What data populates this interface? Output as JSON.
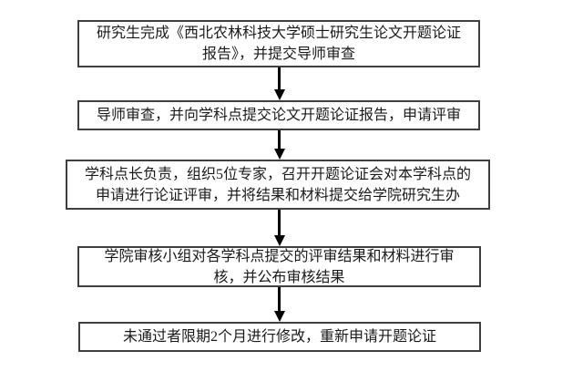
{
  "flowchart": {
    "background_color": "#ffffff",
    "box_border_color": "#3f3f3f",
    "text_color": "#1a1a1a",
    "arrow_color": "#000000",
    "steps": [
      {
        "text": "研究生完成《西北农林科技大学硕士研究生论文开题论证\n报告》，并提交导师审查"
      },
      {
        "text": "导师审查，并向学科点提交论文开题论证报告，申请评审"
      },
      {
        "text": "学科点长负责，组织5位专家，召开开题论证会对本学科点的\n申请进行论证评审，并将结果和材料提交给学院研究生办"
      },
      {
        "text": "学院审核小组对各学科点提交的评审结果和材料进行审\n核，并公布审核结果"
      },
      {
        "text": "未通过者限期2个月进行修改，重新申请开题论证"
      }
    ]
  }
}
